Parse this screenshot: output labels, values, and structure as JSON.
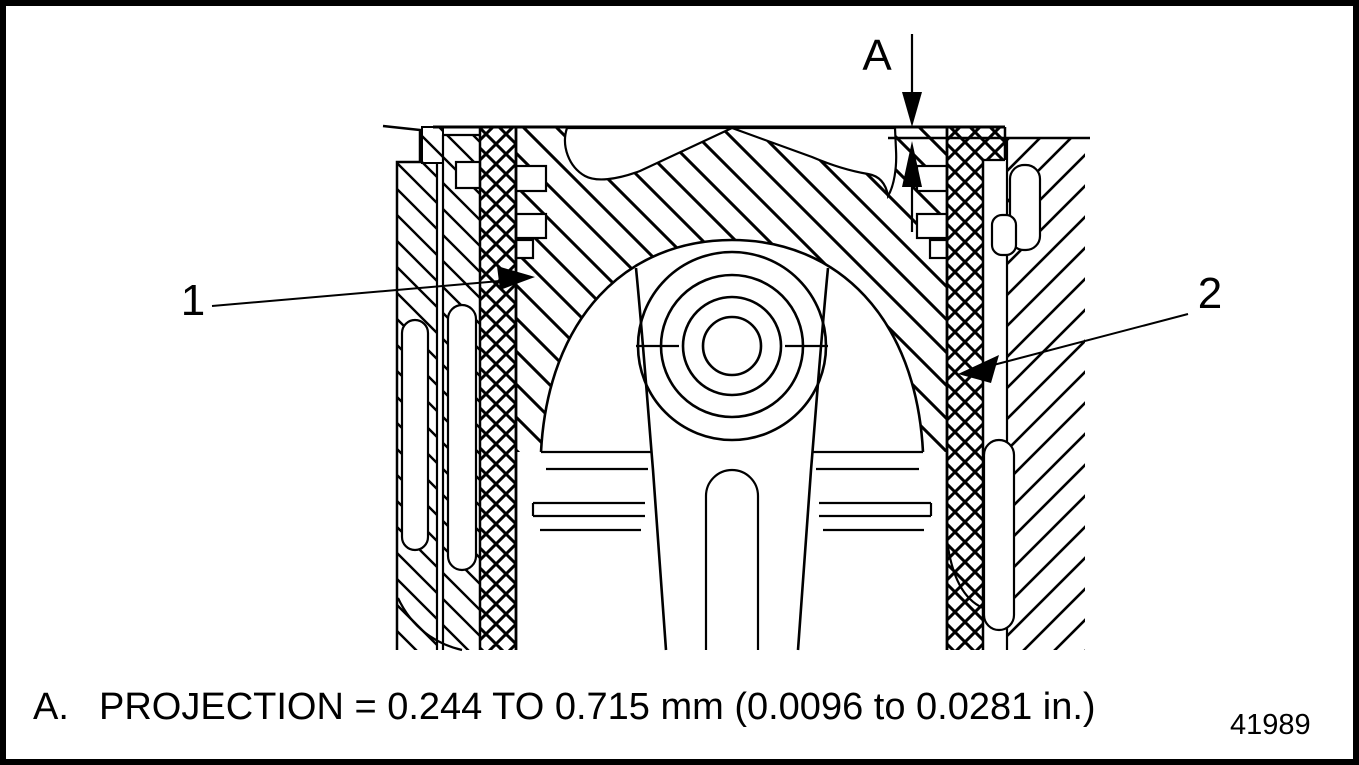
{
  "diagram": {
    "dimension_label": "A",
    "callouts": {
      "one": "1",
      "two": "2"
    },
    "caption": {
      "index": "A.",
      "text": "PROJECTION = 0.244 TO 0.715 mm (0.0096 to 0.0281 in.)"
    },
    "figure_number": "41989"
  },
  "colors": {
    "line": "#000000",
    "background": "#ffffff"
  }
}
